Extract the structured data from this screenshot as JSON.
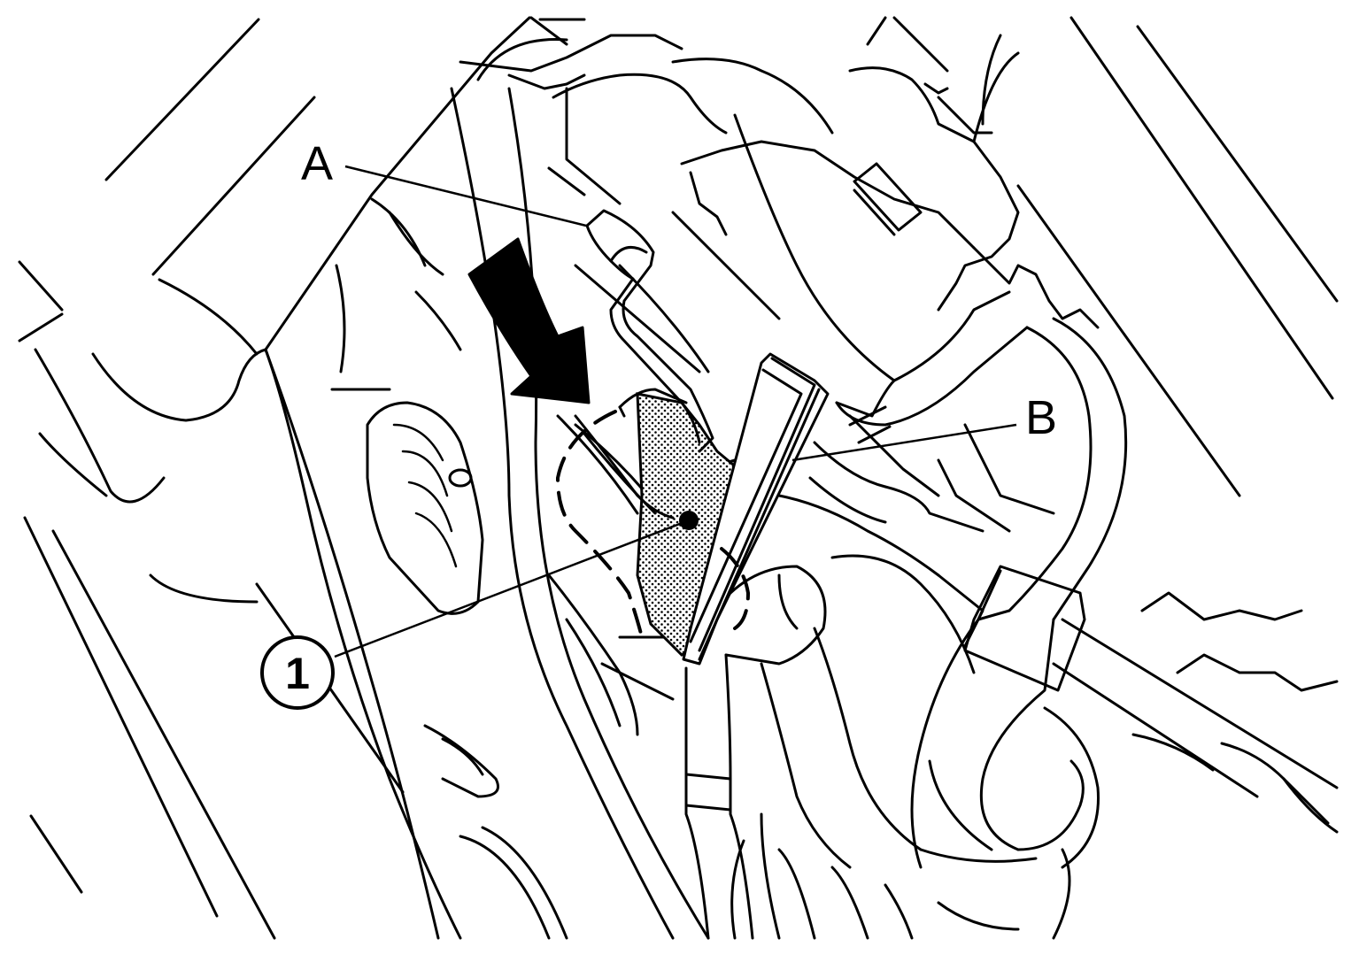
{
  "callouts": {
    "a": {
      "label": "A"
    },
    "b": {
      "label": "B"
    },
    "one": {
      "label": "1"
    }
  },
  "colors": {
    "line": "#000000",
    "background": "#ffffff",
    "shaded": "#b8b8b8"
  },
  "arrow": {
    "direction": "down-right"
  }
}
